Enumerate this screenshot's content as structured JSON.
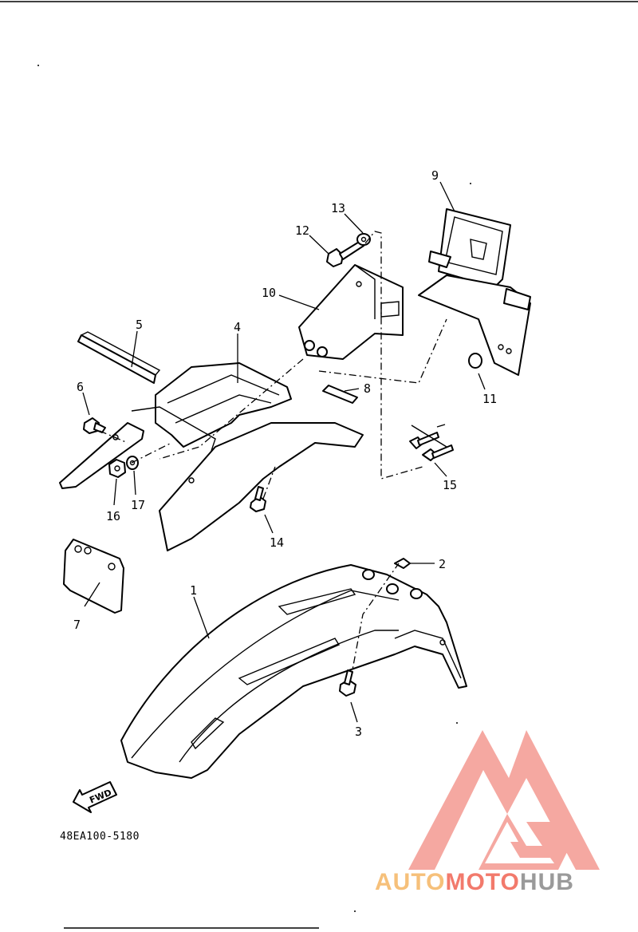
{
  "diagram": {
    "part_code": "48EA100-5180",
    "fwd_label": "FWD",
    "callouts": [
      "1",
      "2",
      "3",
      "4",
      "5",
      "6",
      "7",
      "8",
      "9",
      "10",
      "11",
      "12",
      "13",
      "14",
      "15",
      "16",
      "17"
    ]
  },
  "watermark": {
    "brand_auto": "AUTO",
    "brand_moto": "MOTO",
    "brand_hub": "HUB",
    "colors": {
      "auto": "#f6c07a",
      "moto": "#f27a6c",
      "hub": "#9a9a9a",
      "logo": "#f28b82"
    }
  }
}
